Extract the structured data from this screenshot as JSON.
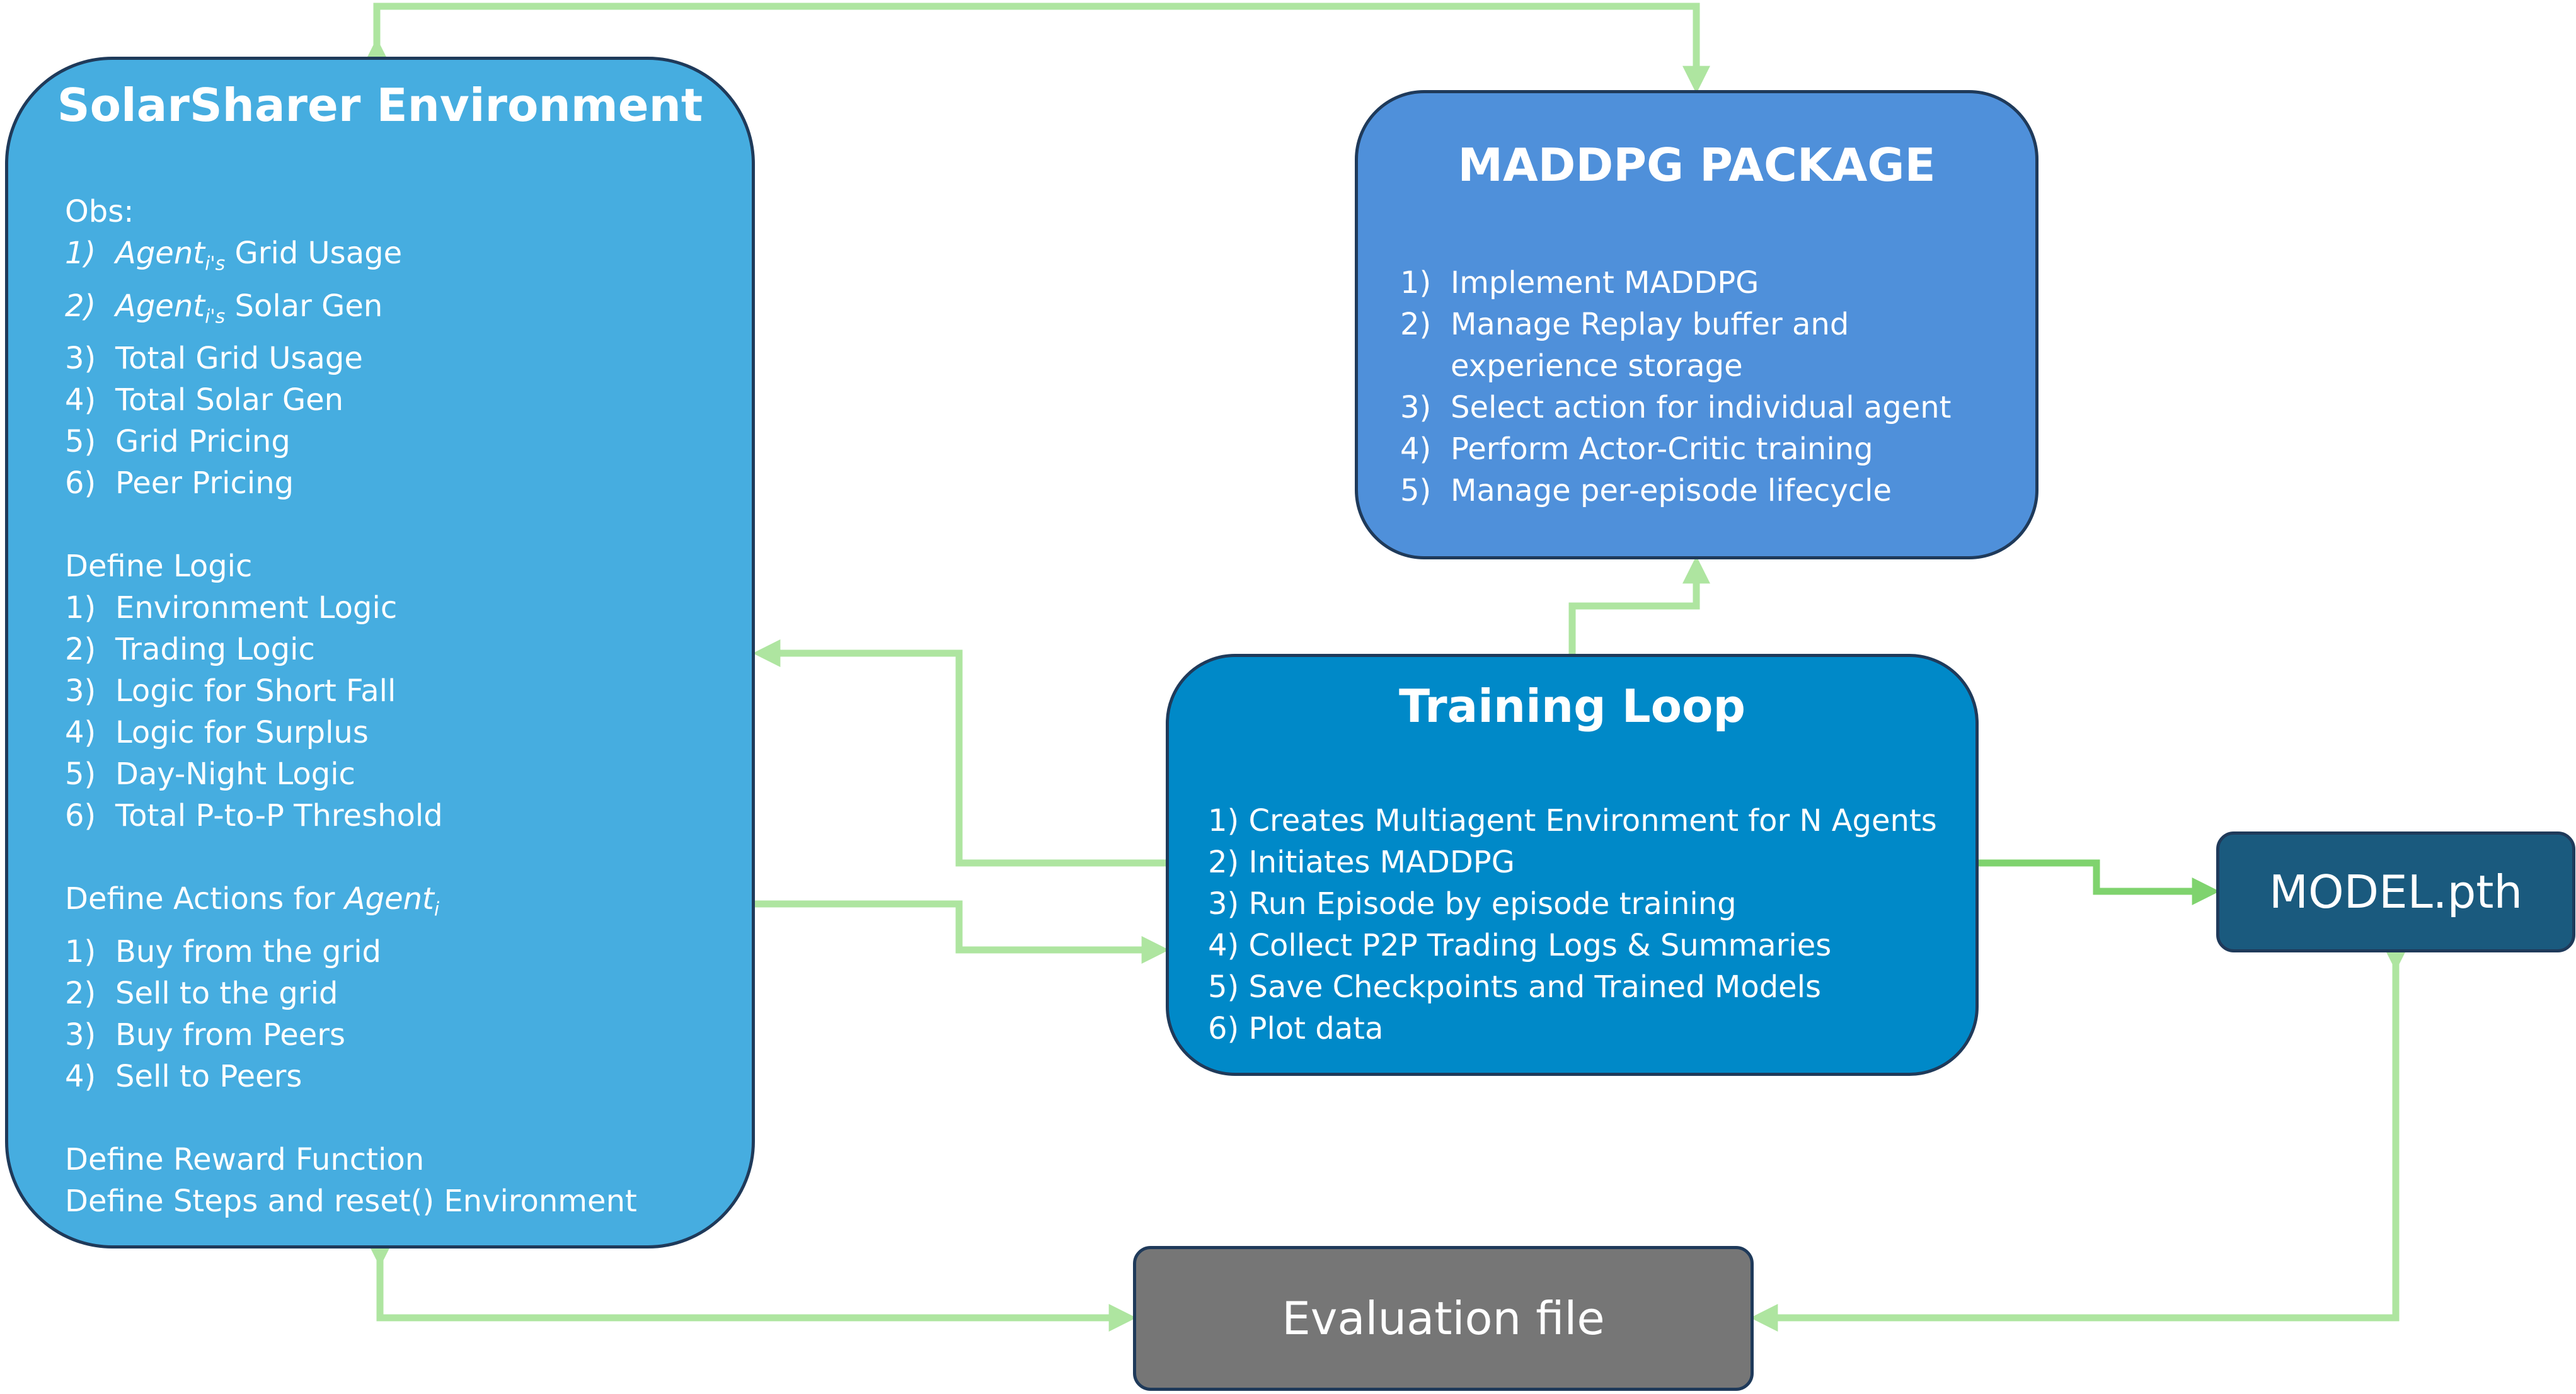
{
  "env": {
    "title": "SolarSharer Environment",
    "obs_heading": "Obs:",
    "obs_items": [
      {
        "num": "1)",
        "pre": "Agent",
        "sub": "i's",
        "post": " Grid Usage"
      },
      {
        "num": "2)",
        "pre": "Agent",
        "sub": "i's",
        "post": " Solar Gen"
      },
      {
        "num": "3)",
        "text": "Total Grid Usage"
      },
      {
        "num": "4)",
        "text": "Total Solar Gen"
      },
      {
        "num": "5)",
        "text": "Grid Pricing"
      },
      {
        "num": "6)",
        "text": "Peer Pricing"
      }
    ],
    "logic_heading": "Define Logic",
    "logic_items": [
      {
        "num": "1)",
        "text": "Environment Logic"
      },
      {
        "num": "2)",
        "text": "Trading Logic"
      },
      {
        "num": "3)",
        "text": "Logic for Short Fall"
      },
      {
        "num": "4)",
        "text": "Logic for Surplus"
      },
      {
        "num": "5)",
        "text": "Day-Night Logic"
      },
      {
        "num": "6)",
        "text": "Total P-to-P Threshold"
      }
    ],
    "actions_heading_pre": "Define Actions for ",
    "actions_heading_agent": "Agent",
    "actions_heading_sub": "i",
    "actions_items": [
      {
        "num": "1)",
        "text": "Buy from the grid"
      },
      {
        "num": "2)",
        "text": "Sell to the grid"
      },
      {
        "num": "3)",
        "text": "Buy from Peers"
      },
      {
        "num": "4)",
        "text": "Sell to Peers"
      }
    ],
    "reward_line": "Define Reward Function",
    "steps_line": "Define Steps and reset() Environment"
  },
  "maddpg": {
    "title": "MADDPG PACKAGE",
    "items": [
      {
        "num": "1)",
        "text": "Implement MADDPG"
      },
      {
        "num": "2)",
        "text": "Manage Replay buffer and experience storage"
      },
      {
        "num": "3)",
        "text": "Select action for individual agent"
      },
      {
        "num": "4)",
        "text": "Perform Actor-Critic training"
      },
      {
        "num": "5)",
        "text": "Manage per-episode lifecycle"
      }
    ]
  },
  "training": {
    "title": "Training Loop",
    "items": [
      "1) Creates Multiagent Environment for N Agents",
      "2) Initiates MADDPG",
      "3) Run Episode by episode training",
      "4) Collect P2P Trading Logs & Summaries",
      "5) Save Checkpoints and Trained Models",
      "6) Plot data"
    ]
  },
  "model": {
    "label": "MODEL.pth"
  },
  "evaluation": {
    "label": "Evaluation file"
  },
  "colors": {
    "env_fill": "#46ade0",
    "maddpg_fill": "#4f90da",
    "training_fill": "#0089c8",
    "model_fill": "#1a5a7e",
    "eval_fill": "#767676",
    "border": "#1f3a5a",
    "arrow_light": "#aee5a0",
    "arrow_dark": "#7fd36e"
  }
}
